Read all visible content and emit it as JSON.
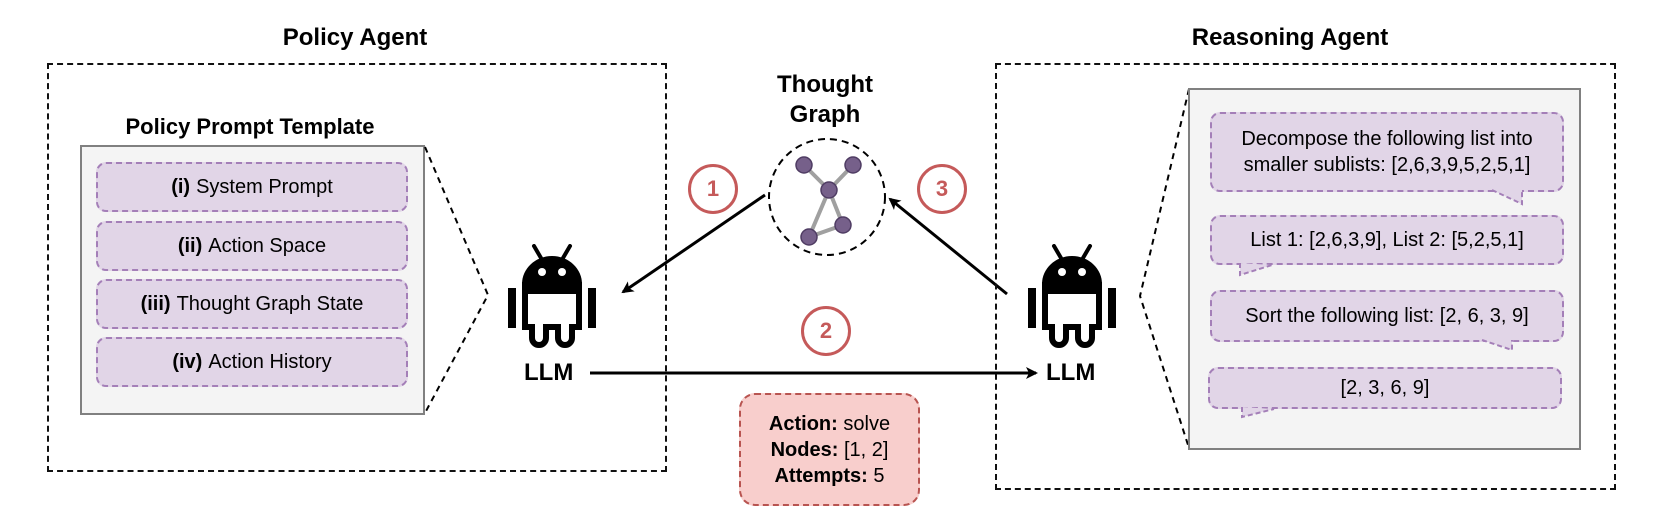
{
  "policy_agent": {
    "title": "Policy Agent",
    "template_title": "Policy Prompt Template",
    "template_items": [
      {
        "num": "(i)",
        "label": "System Prompt"
      },
      {
        "num": "(ii)",
        "label": "Action Space"
      },
      {
        "num": "(iii)",
        "label": "Thought Graph State"
      },
      {
        "num": "(iv)",
        "label": "Action History"
      }
    ],
    "llm_label": "LLM",
    "icon": "android-robot-icon"
  },
  "thought_graph": {
    "title_line1": "Thought",
    "title_line2": "Graph",
    "node_color": "#76608a",
    "edge_color": "#a0a0a0"
  },
  "steps": [
    {
      "num": "1",
      "from": "thought-graph",
      "to": "policy-llm"
    },
    {
      "num": "2",
      "from": "policy-llm",
      "to": "reasoning-llm"
    },
    {
      "num": "3",
      "from": "reasoning-llm",
      "to": "thought-graph"
    }
  ],
  "action": {
    "action_key": "Action:",
    "action_value": "solve",
    "nodes_key": "Nodes:",
    "nodes_value": "[1, 2]",
    "attempts_key": "Attempts:",
    "attempts_value": "5"
  },
  "reasoning_agent": {
    "title": "Reasoning Agent",
    "llm_label": "LLM",
    "icon": "android-robot-icon",
    "messages": [
      {
        "text_line1": "Decompose the following list into",
        "text_line2": "smaller sublists: [2,6,3,9,5,2,5,1]",
        "tail": "right"
      },
      {
        "text_line1": "List 1: [2,6,3,9], List 2: [5,2,5,1]",
        "tail": "left"
      },
      {
        "text_line1": "Sort the following list: [2, 6, 3, 9]",
        "tail": "right"
      },
      {
        "text_line1": "[2, 3, 6, 9]",
        "tail": "left"
      }
    ]
  },
  "colors": {
    "pill_fill": "#e1d5e7",
    "pill_border": "#a47fb8",
    "action_fill": "#f8cecc",
    "action_border": "#b85450",
    "step_color": "#c55a5a",
    "panel_fill": "#f4f4f4"
  }
}
